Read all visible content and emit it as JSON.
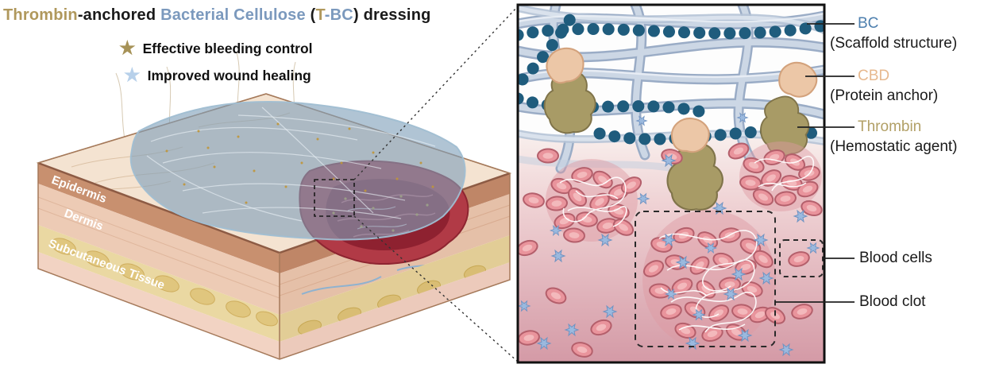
{
  "title": {
    "parts": [
      {
        "text": "Thrombin",
        "style": "tan"
      },
      {
        "text": "-anchored ",
        "style": "black"
      },
      {
        "text": "Bacterial Cellulose",
        "style": "blue"
      },
      {
        "text": " (",
        "style": "black"
      },
      {
        "text": "T",
        "style": "tan"
      },
      {
        "text": "-BC",
        "style": "blue"
      },
      {
        "text": ") ",
        "style": "black"
      },
      {
        "text": "dressing",
        "style": "black"
      }
    ]
  },
  "legend": {
    "items": [
      {
        "icon": "star-icon",
        "label": "Effective bleeding control",
        "color": "#a69257"
      },
      {
        "icon": "star-icon",
        "label": "Improved wound healing",
        "color": "#b7d0ea"
      }
    ]
  },
  "skin": {
    "layers": [
      {
        "label": "Epidermis"
      },
      {
        "label": "Dermis"
      },
      {
        "label": "Subcutaneous Tissue"
      }
    ]
  },
  "panel": {
    "labels": [
      {
        "name": "BC",
        "desc": "(Scaffold structure)",
        "color": "#4d7fae"
      },
      {
        "name": "CBD",
        "desc": "(Protein anchor)",
        "color": "#e7b98f"
      },
      {
        "name": "Thrombin",
        "desc": "(Hemostatic agent)",
        "color": "#b2a067"
      },
      {
        "name": "Blood cells",
        "color": "#1a1a1a"
      },
      {
        "name": "Blood clot",
        "color": "#1a1a1a"
      }
    ]
  },
  "colors": {
    "thrombin_text": "#b0985c",
    "bc_text": "#7b99bd",
    "hexagon_chain": "#1f5c7d",
    "bc_fiber": "#c9d4e2",
    "cbd_blob": "#ecc7a7",
    "thrombin_blob": "#a89b66",
    "red_blood_cell": "#e9949c",
    "platelet_star": "#9bb9de",
    "wound": "#a5303c",
    "dressing": "#8fb0c6"
  }
}
